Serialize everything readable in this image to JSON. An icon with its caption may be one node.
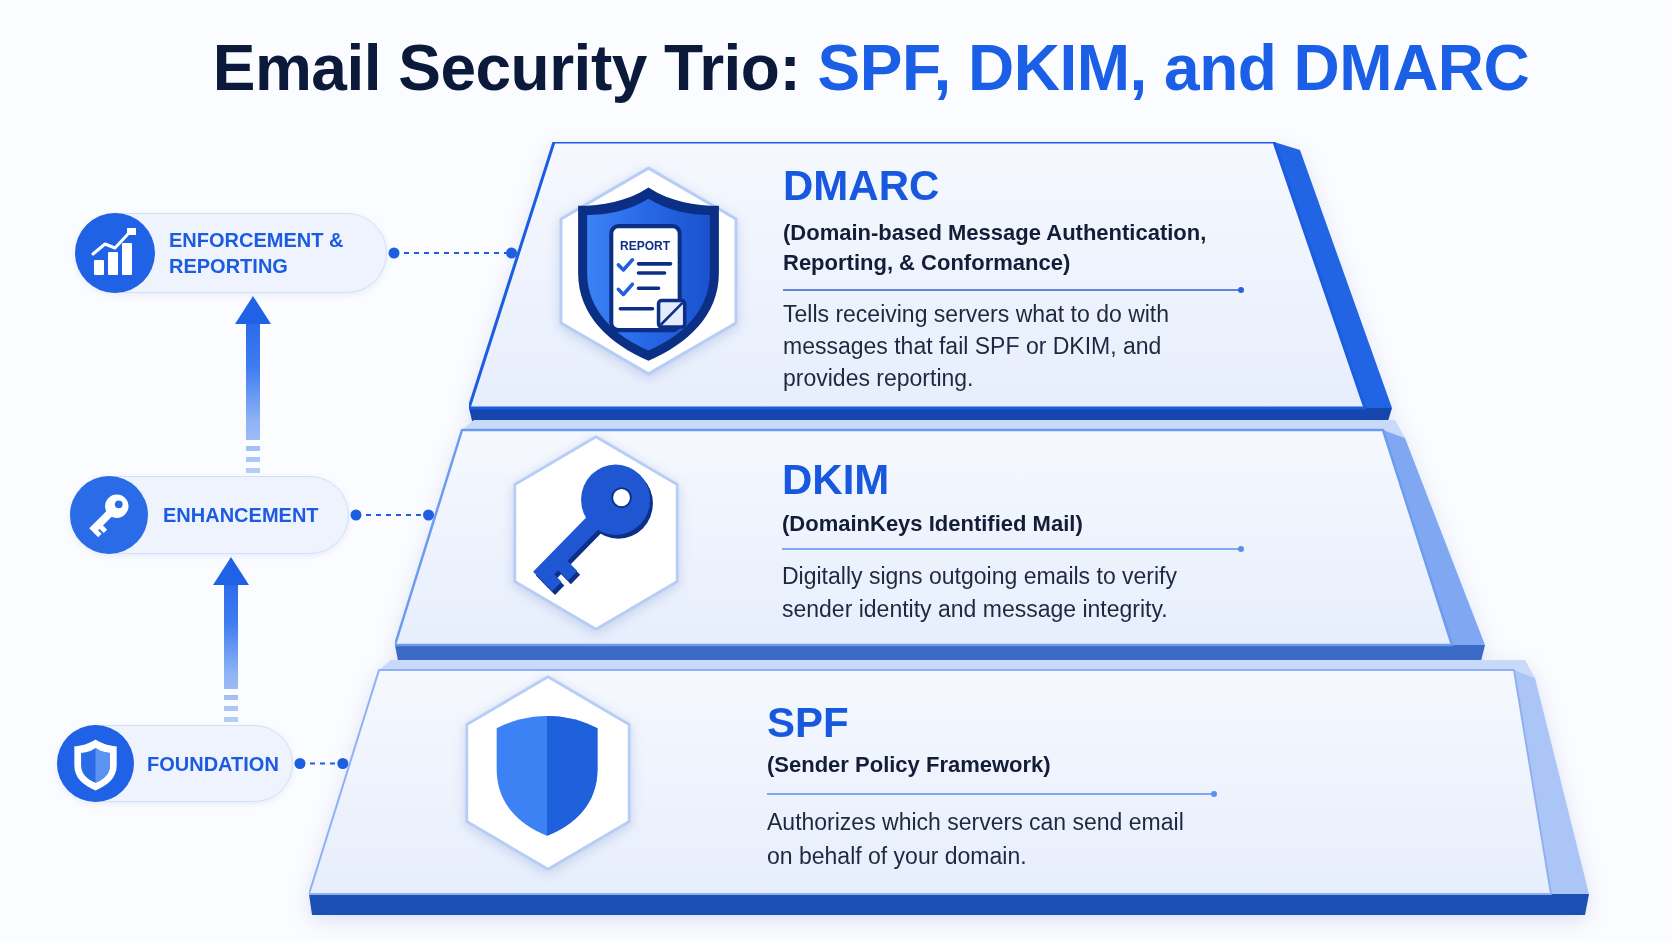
{
  "diagram": {
    "title": "Email Security Trio: **SPF, DKIM, and DMARC**",
    "nodes": [
      {
        "text": [
          "ENFORCEMENT & REPORTING"
        ]
      },
      {
        "text": [
          "DMARC",
          "(Domain-based Message Authentication, Reporting, & Conformance)",
          "Tells receiving servers what to do with messages that fail SPF or DKIM, and provides reporting."
        ]
      },
      {
        "text": [
          "ENHANCEMENT"
        ]
      },
      {
        "text": [
          "DKIM",
          "(DomainKeys Identified Mail)",
          "Digitally signs outgoing emails to verify sender identity and message integrity."
        ]
      },
      {
        "text": [
          "FOUNDATION"
        ]
      },
      {
        "text": [
          "SPF",
          "(Sender Policy Framework)",
          "Authorizes which servers can send email on behalf of your domain."
        ]
      }
    ],
    "edges": [
      {
        "from": 0,
        "to": 1,
        "arrow": "other",
        "style": "dashed"
      },
      {
        "from": 2,
        "to": 3,
        "arrow": "other",
        "style": "dashed"
      },
      {
        "from": 4,
        "to": 5,
        "arrow": "other",
        "style": "dashed"
      },
      {
        "from": 2,
        "to": 0,
        "arrow": "to",
        "style": "thick"
      },
      {
        "from": 4,
        "to": 2,
        "arrow": "to",
        "style": "thick"
      }
    ],
    "labels": [
      "REPORT"
    ]
  }
}
